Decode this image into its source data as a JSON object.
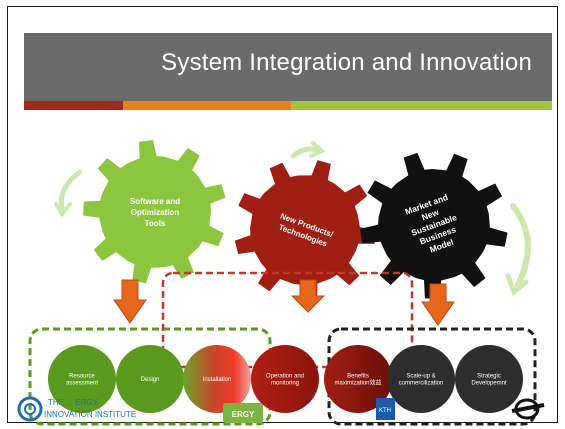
{
  "slide": {
    "title": "System Integration and Innovation",
    "stripe_colors": [
      "#a32a1a",
      "#e8801c",
      "#a3c43a"
    ]
  },
  "gears": [
    {
      "id": "software",
      "label_lines": [
        "Software and",
        "Optimization",
        "Tools"
      ],
      "color": "#8cc63f"
    },
    {
      "id": "products",
      "label_lines": [
        "New Products/",
        "Technologies"
      ],
      "color": "#a11f12"
    },
    {
      "id": "market",
      "label_lines": [
        "Market and",
        "New",
        "Sustainable",
        "Business",
        "Model"
      ],
      "color": "#111111"
    }
  ],
  "stages": [
    {
      "label_lines": [
        "Resource",
        "assessment"
      ],
      "color": "#5a9a1e"
    },
    {
      "label_lines": [
        "Design"
      ],
      "color": "#5a9a1e"
    },
    {
      "label_lines": [
        "Installation"
      ],
      "color": "gradient"
    },
    {
      "label_lines": [
        "Operation and",
        "monitoring"
      ],
      "color": "#a11f12"
    },
    {
      "label_lines": [
        "Benefits",
        "maximization效益"
      ],
      "color": "#a11f12"
    },
    {
      "label_lines": [
        "Scale-up &",
        "commercilization"
      ],
      "color": "#2e2e2e"
    },
    {
      "label_lines": [
        "Strategic",
        "Developemnt"
      ],
      "color": "#2e2e2e"
    }
  ],
  "logos": {
    "left_line1": "THE ... ERGY",
    "left_line2": "INNOVATION INSTITUTE",
    "center_fragment": "ERGY",
    "kth_text": "KTH"
  },
  "colors": {
    "green": "#8cc63f",
    "dark_green": "#5a9a1e",
    "red": "#a11f12",
    "black": "#111111",
    "arrow_orange": "#e8661c",
    "curl_green": "#c8e6a0"
  }
}
